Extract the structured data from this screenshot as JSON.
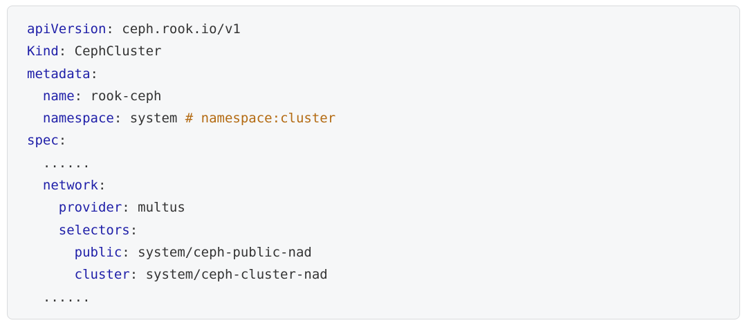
{
  "code": {
    "language": "yaml",
    "colors": {
      "background": "#f6f7f8",
      "border": "#d9dbdd",
      "key": "#1e1ea8",
      "plain": "#333333",
      "comment": "#b36a11"
    },
    "lines": [
      {
        "tokens": [
          {
            "type": "key",
            "text": "apiVersion"
          },
          {
            "type": "plain",
            "text": ": ceph.rook.io/v1"
          }
        ]
      },
      {
        "tokens": [
          {
            "type": "key",
            "text": "Kind"
          },
          {
            "type": "plain",
            "text": ": CephCluster"
          }
        ]
      },
      {
        "tokens": [
          {
            "type": "key",
            "text": "metadata"
          },
          {
            "type": "plain",
            "text": ":"
          }
        ]
      },
      {
        "tokens": [
          {
            "type": "key",
            "text": "  name"
          },
          {
            "type": "plain",
            "text": ": rook-ceph"
          }
        ]
      },
      {
        "tokens": [
          {
            "type": "key",
            "text": "  namespace"
          },
          {
            "type": "plain",
            "text": ": system "
          },
          {
            "type": "comment",
            "text": "# namespace:cluster"
          }
        ]
      },
      {
        "tokens": [
          {
            "type": "key",
            "text": "spec"
          },
          {
            "type": "plain",
            "text": ":"
          }
        ]
      },
      {
        "tokens": [
          {
            "type": "plain",
            "text": "  ......"
          }
        ]
      },
      {
        "tokens": [
          {
            "type": "key",
            "text": "  network"
          },
          {
            "type": "plain",
            "text": ":"
          }
        ]
      },
      {
        "tokens": [
          {
            "type": "key",
            "text": "    provider"
          },
          {
            "type": "plain",
            "text": ": multus"
          }
        ]
      },
      {
        "tokens": [
          {
            "type": "key",
            "text": "    selectors"
          },
          {
            "type": "plain",
            "text": ":"
          }
        ]
      },
      {
        "tokens": [
          {
            "type": "key",
            "text": "      public"
          },
          {
            "type": "plain",
            "text": ": system/ceph-public-nad"
          }
        ]
      },
      {
        "tokens": [
          {
            "type": "key",
            "text": "      cluster"
          },
          {
            "type": "plain",
            "text": ": system/ceph-cluster-nad"
          }
        ]
      },
      {
        "tokens": [
          {
            "type": "plain",
            "text": "  ......"
          }
        ]
      }
    ]
  }
}
